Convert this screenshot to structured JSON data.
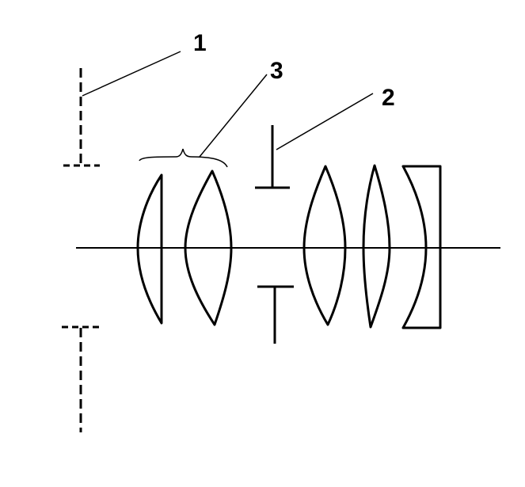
{
  "labels": {
    "one": "1",
    "two": "2",
    "three": "3"
  },
  "colors": {
    "ink": "#000000",
    "background": "#ffffff"
  }
}
